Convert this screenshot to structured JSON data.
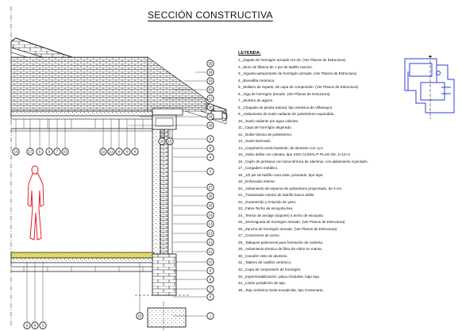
{
  "title": "SECCIÓN CONSTRUCTIVA",
  "legend": {
    "heading": "LEYENDA:",
    "items": [
      "1._Zapata de hormigón armado HA-25. (Ver Planos de Estructura)",
      "2._Muro de fábrica de 1 pie de ladrillo macizo.",
      "3._Vigueta autoportante de hormigón armado. (Ver Planos de Estructura)",
      "4._Bovedilla cerámica.",
      "5._Mallazo de reparto, de capa de compresión. (Ver Planos de Estructura)",
      "6._Viga de hormigón armado. (Ver Planos de Estructura)",
      "7._Mortero de agarre.",
      "8._Chapado de piedra natural, tipo arenisca de Villamayor.",
      "9._Aislamiento de suelo radiante de poliestireno expandido.",
      "10._Suelo radiante por agua caliente.",
      "11._Capa de hormigón aligerado.",
      "12._Doble lámina de poliestireno.",
      "13._Suelo laminado.",
      "14._Carpintería oscilo-batiente, de aluminio con r.p.t.",
      "15._Vidrio doble con cámara, tipo SGG CLIMALIT PLUS 4/6, 4+12+4.",
      "16._Cajón de persiana con lama térmica de aluminio, con aislamiento inyectado.",
      "17._Cargadero metálico.",
      "18._1/2 pie de ladrillo cara vista, prensado, tipo tejar",
      "19._Enfoscado interior.",
      "20._Aislamiento de espuma de poliuretano proyectado, de 3 cm.",
      "21._Trasdosado interior de ladrillo hueco doble.",
      "22._Guarnecido y enlucido de yeso.",
      "23._Falso-Techo de escayola lisa.",
      "24._Tensor de anclaje (soporte) a techo de escayola.",
      "25._Semivigueta de hormigón armado. (Ver Planos de Estructura)",
      "26._Zuncho de hormigón armado. (Ver Planos de Estructura)",
      "27._Conectores de acero.",
      "28._Tabiques palomeros para formación de cubierta.",
      "29._Aislamiento térmico de fibra de vidrio en manta.",
      "30._Canalón visto de aluminio.",
      "31._Tablero de rasillón cerámico.",
      "32._Capa de compresión de hormigón.",
      "33._Impermeabilización, placa Onduline, bajo teja.",
      "34._Listón portafición de teja.",
      "35._Teja cerámica mixta envejecida, tipo Centenaria."
    ]
  },
  "callouts": {
    "right": [
      "35",
      "34",
      "33",
      "32",
      "31",
      "30",
      "29",
      "28",
      "6",
      "5",
      "4",
      "3",
      "27",
      "26",
      "25",
      "16",
      "14",
      "13",
      "12",
      "11",
      "10",
      "9",
      "8",
      "7",
      "6",
      "1"
    ],
    "roof_left": [
      "19",
      "17",
      "6",
      "9",
      "7",
      "23"
    ],
    "roof_mid": [
      "22",
      "21",
      "9",
      "6",
      "8"
    ],
    "roof_right": [
      "24",
      "15"
    ],
    "bottom_left": [
      "6",
      "9",
      "3"
    ],
    "bottom_mid": [
      "20"
    ]
  },
  "colors": {
    "line": "#111111",
    "figure": "#e8202a",
    "floor_hatch": "#e9e36a",
    "keyplan": "#2c3fd6"
  }
}
